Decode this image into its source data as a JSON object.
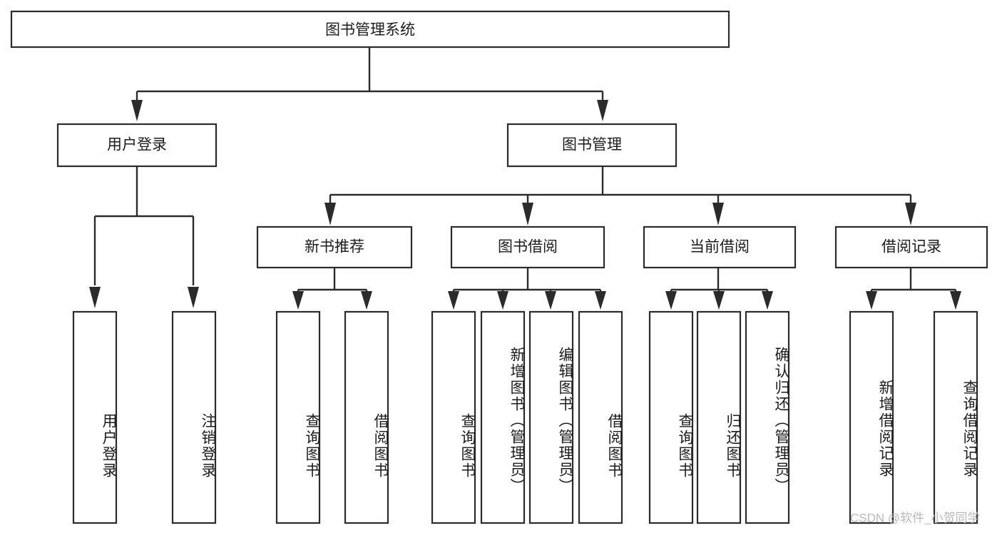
{
  "diagram": {
    "title": "图书管理系统",
    "type": "hierarchy-tree",
    "root": {
      "label": "图书管理系统",
      "orientation": "horizontal"
    },
    "level2": [
      {
        "label": "用户登录",
        "orientation": "horizontal"
      },
      {
        "label": "图书管理",
        "orientation": "horizontal"
      }
    ],
    "level3": [
      {
        "label": "新书推荐",
        "orientation": "horizontal",
        "parent": "图书管理"
      },
      {
        "label": "图书借阅",
        "orientation": "horizontal",
        "parent": "图书管理"
      },
      {
        "label": "当前借阅",
        "orientation": "horizontal",
        "parent": "图书管理"
      },
      {
        "label": "借阅记录",
        "orientation": "horizontal",
        "parent": "图书管理"
      }
    ],
    "leaves": {
      "user_login": [
        {
          "label": "用户登录",
          "orientation": "vertical"
        },
        {
          "label": "注销登录",
          "orientation": "vertical"
        }
      ],
      "new_book_recommend": [
        {
          "label": "查询图书",
          "orientation": "vertical"
        },
        {
          "label": "借阅图书",
          "orientation": "vertical"
        }
      ],
      "book_borrow": [
        {
          "label": "查询图书",
          "orientation": "vertical"
        },
        {
          "label": "新增图书（管理员）",
          "orientation": "vertical"
        },
        {
          "label": "编辑图书（管理员）",
          "orientation": "vertical"
        },
        {
          "label": "借阅图书",
          "orientation": "vertical"
        }
      ],
      "current_borrow": [
        {
          "label": "查询图书",
          "orientation": "vertical"
        },
        {
          "label": "归还图书",
          "orientation": "vertical"
        },
        {
          "label": "确认归还（管理员）",
          "orientation": "vertical"
        }
      ],
      "borrow_record": [
        {
          "label": "新增借阅记录",
          "orientation": "vertical"
        },
        {
          "label": "查询借阅记录",
          "orientation": "vertical"
        }
      ]
    }
  },
  "watermark": {
    "text": "CSDN @软件_小贺同学"
  },
  "colors": {
    "background": "#ffffff",
    "box_fill": "#ffffff",
    "box_stroke": "#2b2b2b",
    "connector": "#2b2b2b",
    "text": "#1c1c1c",
    "watermark": "#b9b9b9"
  }
}
